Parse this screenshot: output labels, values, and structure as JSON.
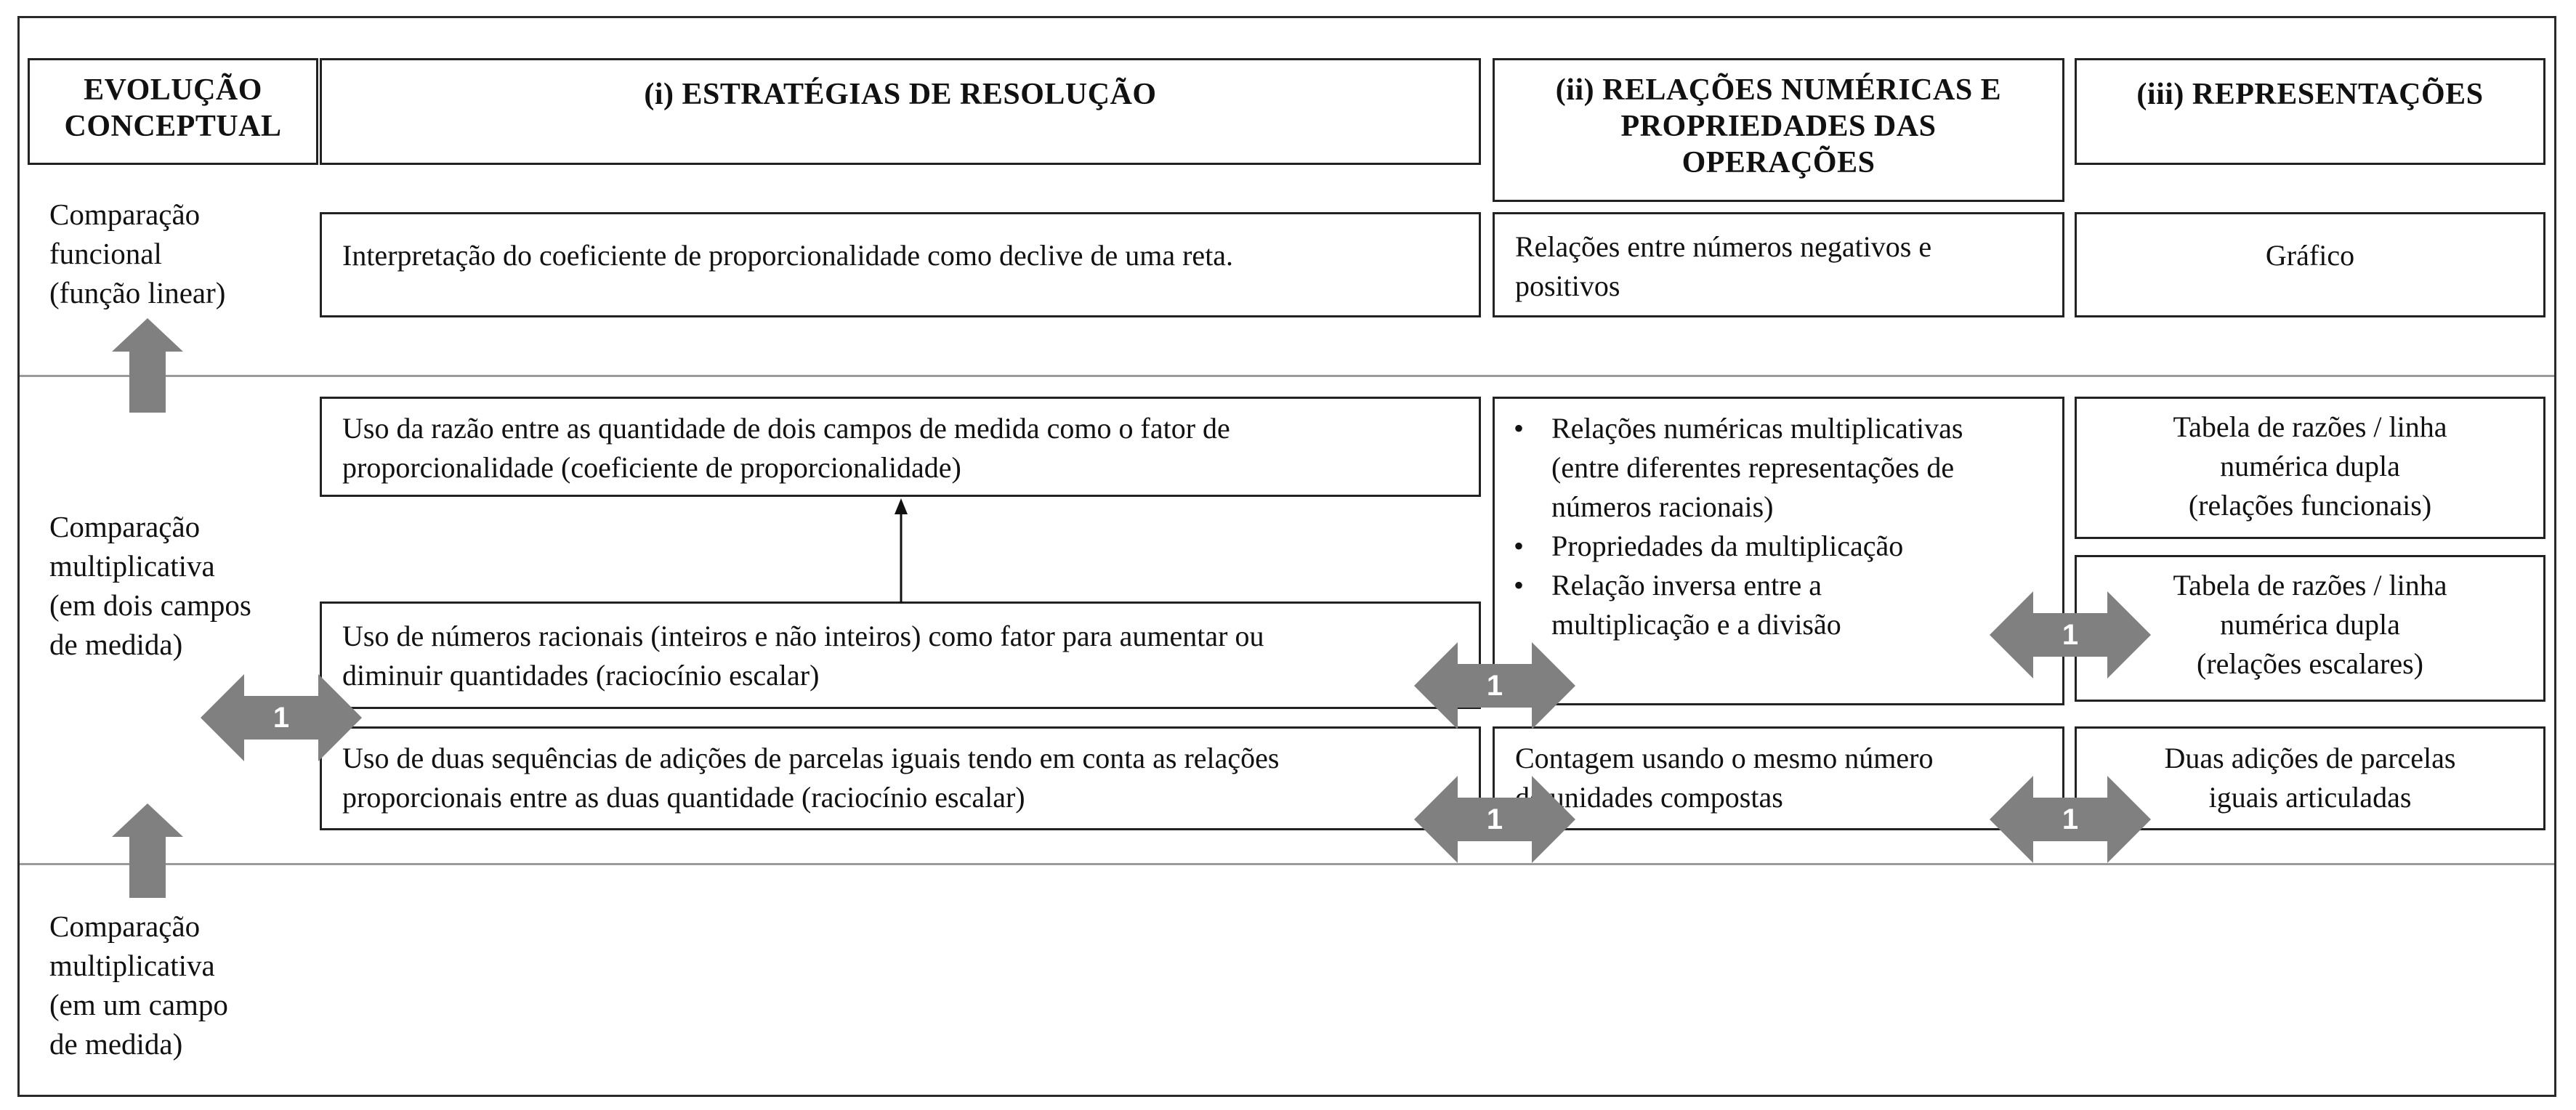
{
  "headers": {
    "evolution": [
      "EVOLUÇÃO",
      "CONCEPTUAL"
    ],
    "strategies": "(i) ESTRATÉGIAS DE RESOLUÇÃO",
    "relations": [
      "(ii) RELAÇÕES NUMÉRICAS E",
      "PROPRIEDADES DAS",
      "OPERAÇÕES"
    ],
    "representations": "(iii) REPRESENTAÇÕES"
  },
  "levels": {
    "functional": [
      "Comparação",
      "funcional",
      "(função linear)"
    ],
    "multi_two": [
      "Comparação",
      "multiplicativa",
      "(em dois campos",
      "de medida)"
    ],
    "multi_one": [
      "Comparação",
      "multiplicativa",
      "(em um campo",
      "de medida)"
    ]
  },
  "strategies": {
    "slope": "Interpretação do coeficiente de proporcionalidade como declive de uma reta.",
    "ratio": [
      "Uso da razão entre as quantidade de dois campos de medida como o fator de",
      "proporcionalidade (coeficiente de proporcionalidade)"
    ],
    "rational": [
      "Uso de números racionais (inteiros e não inteiros) como fator para aumentar ou",
      "diminuir quantidades (raciocínio escalar)"
    ],
    "sequences": [
      "Uso de duas sequências de adições de parcelas iguais tendo em conta as relações",
      "proporcionais entre as duas quantidade (raciocínio escalar)"
    ]
  },
  "relations": {
    "neg_pos": [
      "Relações entre números negativos e",
      "positivos"
    ],
    "mult_list": [
      [
        "Relações numéricas multiplicativas",
        "(entre diferentes representações de",
        "números racionais)"
      ],
      [
        "Propriedades da multiplicação"
      ],
      [
        "Relação inversa entre a",
        "multiplicação e a divisão"
      ]
    ],
    "counting": [
      "Contagem usando o mesmo número",
      "de unidades compostas"
    ]
  },
  "representations": {
    "graph": "Gráfico",
    "ratio_table_functional": [
      "Tabela de razões / linha",
      "numérica dupla",
      "(relações funcionais)"
    ],
    "ratio_table_scalar": [
      "Tabela de razões / linha",
      "numérica dupla",
      "(relações escalares)"
    ],
    "two_additions": [
      "Duas adições de parcelas",
      "iguais articuladas"
    ]
  },
  "connector_label": "1",
  "colors": {
    "arrow": "#808080",
    "border": "#222222",
    "separator": "#9a9a9a"
  }
}
